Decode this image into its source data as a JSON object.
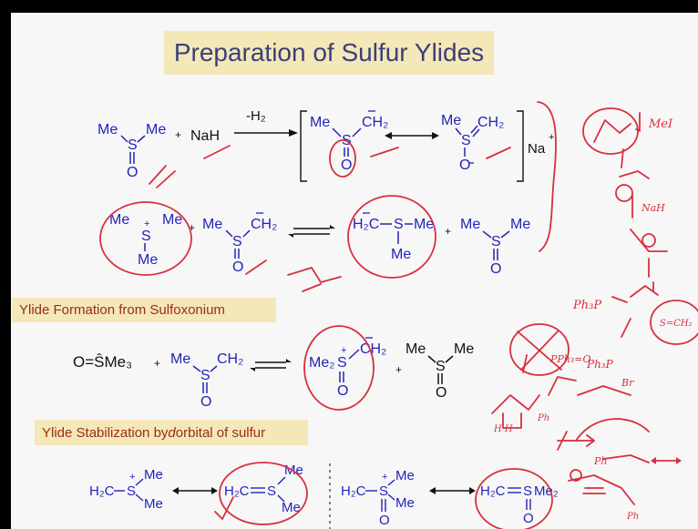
{
  "title": "Preparation of Sulfur Ylides",
  "section1": "Ylide Formation from Sulfoxonium",
  "section2": {
    "prefix": "Ylide Stabilization by ",
    "italic": "d",
    "suffix": " orbital of sulfur"
  },
  "reaction1": {
    "me": "Me",
    "s": "S",
    "o": "O",
    "plus": "+",
    "nah": "NaH",
    "h2": "-H₂",
    "ch2": "CH₂",
    "na": "Na",
    "o_minus": "O"
  },
  "reaction2": {
    "me": "Me",
    "h2c": "H₂C"
  },
  "reaction3": {
    "sulfoxonium": "O=ŜMe₃",
    "me2": "Me₂"
  },
  "annotations": {
    "mei": "MeI",
    "nah": "NaH",
    "ph3p": "Ph₃P",
    "br": "Br",
    "ph3po": "PPh₃=O",
    "ph": "Ph",
    "hh": "H H",
    "s_ch2": "S=CH₂"
  }
}
